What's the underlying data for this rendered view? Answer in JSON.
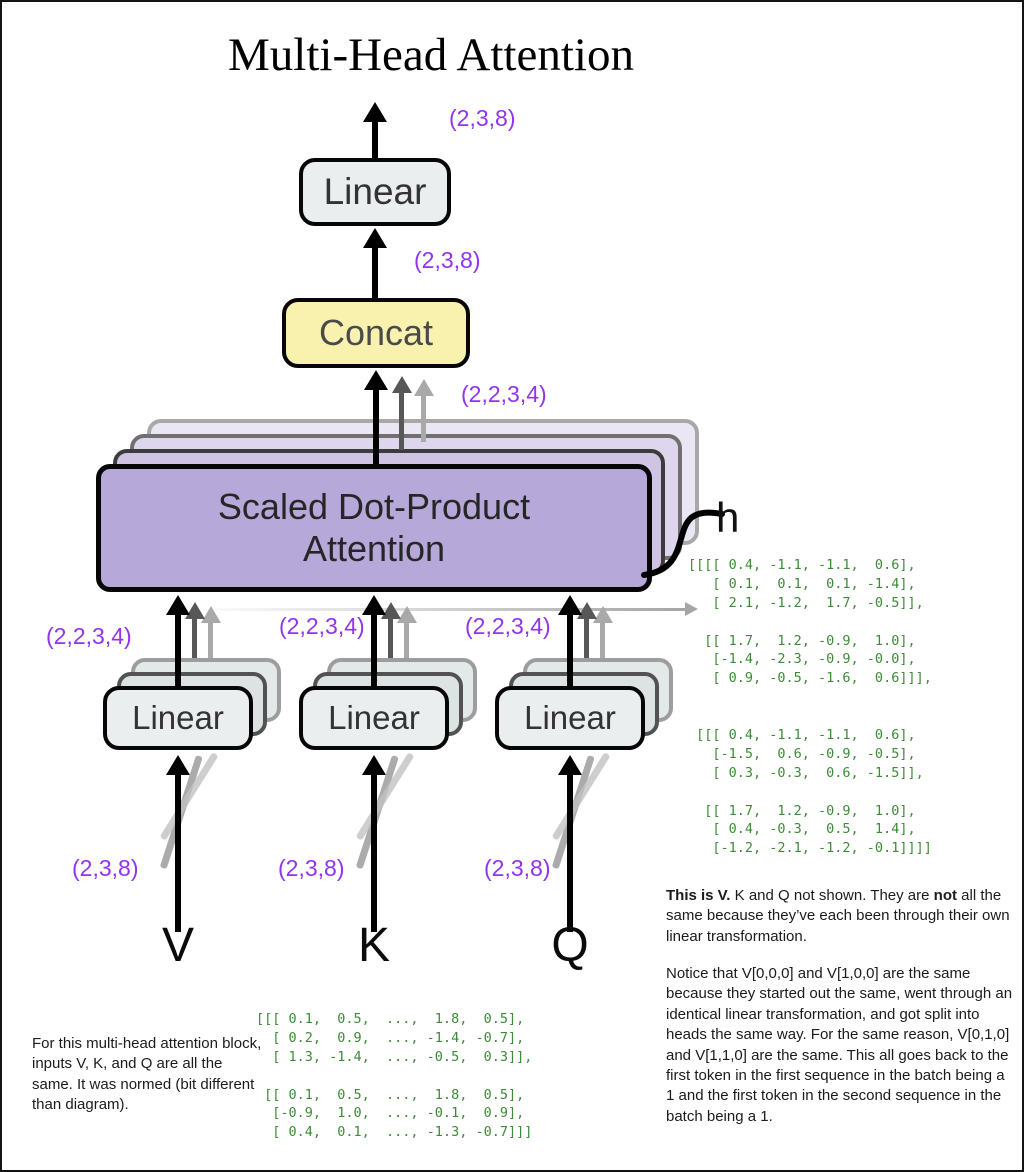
{
  "title": "Multi-Head Attention",
  "boxes": {
    "linear": "Linear",
    "concat": "Concat",
    "attention_line1": "Scaled Dot-Product",
    "attention_line2": "Attention",
    "h_label": "h"
  },
  "inputs": {
    "v": "V",
    "k": "K",
    "q": "Q"
  },
  "shapes": {
    "out": "(2,3,8)",
    "concat_out": "(2,3,8)",
    "attn_out": "(2,2,3,4)",
    "v_head": "(2,2,3,4)",
    "k_head": "(2,2,3,4)",
    "q_head": "(2,2,3,4)",
    "v_in": "(2,3,8)",
    "k_in": "(2,3,8)",
    "q_in": "(2,3,8)"
  },
  "matrices": {
    "v_after_heads": "[[[[ 0.4, -1.1, -1.1,  0.6],\n   [ 0.1,  0.1,  0.1, -1.4],\n   [ 2.1, -1.2,  1.7, -0.5]],\n\n  [[ 1.7,  1.2, -0.9,  1.0],\n   [-1.4, -2.3, -0.9, -0.0],\n   [ 0.9, -0.5, -1.6,  0.6]]],\n\n\n [[[ 0.4, -1.1, -1.1,  0.6],\n   [-1.5,  0.6, -0.9, -0.5],\n   [ 0.3, -0.3,  0.6, -1.5]],\n\n  [[ 1.7,  1.2, -0.9,  1.0],\n   [ 0.4, -0.3,  0.5,  1.4],\n   [-1.2, -2.1, -1.2, -0.1]]]]",
    "v_input": "[[[ 0.1,  0.5,  ...,  1.8,  0.5],\n  [ 0.2,  0.9,  ..., -1.4, -0.7],\n  [ 1.3, -1.4,  ..., -0.5,  0.3]],\n\n [[ 0.1,  0.5,  ...,  1.8,  0.5],\n  [-0.9,  1.0,  ..., -0.1,  0.9],\n  [ 0.4,  0.1,  ..., -1.3, -0.7]]]"
  },
  "notes": {
    "bottom_left": "For this multi-head attention block, inputs V, K, and Q are all the same. It was normed (bit different than diagram).",
    "right_p1_bold_lead": "This is V.",
    "right_p1_mid": " K and Q not shown. They are ",
    "right_p1_bold_not": "not",
    "right_p1_rest": " all the same because they’ve each been through their own linear transformation.",
    "right_p2": "Notice that V[0,0,0] and V[1,0,0] are the same because they started out the same, went through an identical linear transformation, and got split into heads the same way. For the same reason, V[0,1,0] and V[1,1,0] are the same. This all goes back to the first token in the first sequence in the batch being a 1 and the first token in the second sequence in the batch being a 1."
  },
  "colors": {
    "shape_label_purple": "#9233ee",
    "matrix_green": "#3d8b37",
    "attention_fill": "#b6a8d8",
    "concat_fill": "#f8f2ae",
    "linear_fill": "#eaeeee"
  }
}
